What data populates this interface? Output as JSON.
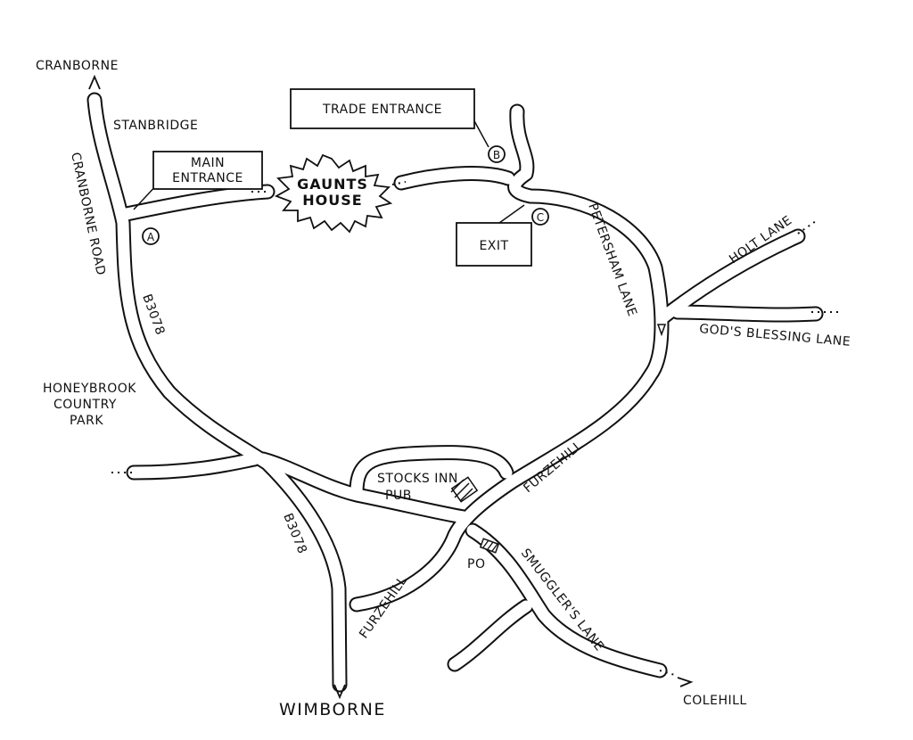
{
  "places": {
    "cranborne": "CRANBORNE",
    "stanbridge": "STANBRIDGE",
    "cranborne_road": "CRANBORNE ROAD",
    "honeybrook": [
      "HONEYBROOK",
      "COUNTRY",
      "PARK"
    ],
    "wimborne": "WIMBORNE",
    "colehill": "COLEHILL"
  },
  "roads": {
    "b3078_upper": "B3078",
    "b3078_lower": "B3078",
    "petersham_lane": "PETERSHAM LANE",
    "holt_lane": "HOLT LANE",
    "gods_blessing_lane": "GOD'S BLESSING LANE",
    "furzehill_upper": "FURZEHILL",
    "furzehill_lower": "FURZEHILL",
    "smugglers_lane": "SMUGGLER'S LANE"
  },
  "callouts": {
    "main_entrance": [
      "MAIN",
      "ENTRANCE"
    ],
    "trade_entrance": "TRADE ENTRANCE",
    "exit": "EXIT",
    "gaunts_house": [
      "GAUNTS",
      "HOUSE"
    ],
    "stocks_inn": [
      "STOCKS INN",
      "PUB"
    ],
    "post_office": "PO"
  },
  "markers": {
    "a": "A",
    "b": "B",
    "c": "C"
  }
}
